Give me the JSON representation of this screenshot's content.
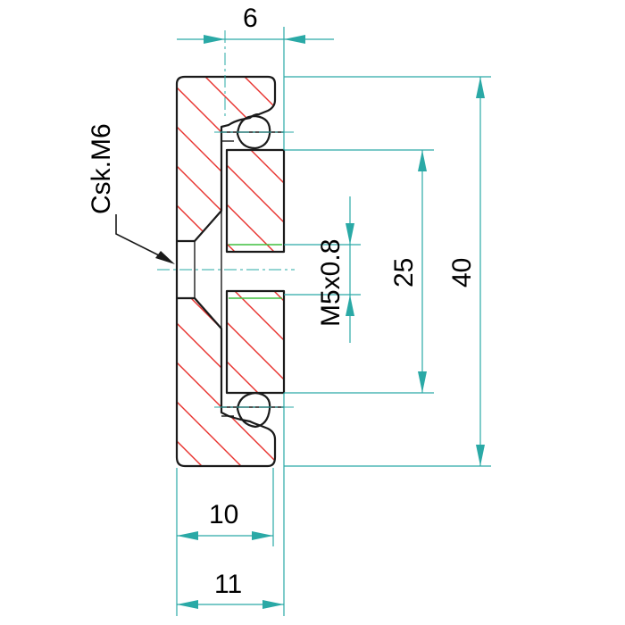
{
  "dimensions": {
    "top_width": "6",
    "counterbore_label": "Csk.M6",
    "thread_label": "M5x0.8",
    "inner_height": "25",
    "outer_height": "40",
    "depth_10": "10",
    "depth_11": "11"
  },
  "colors": {
    "dimension_line": "#2aa9a6",
    "hatch": "#e8322e",
    "thread": "#3fbf3f",
    "outline": "#1a1a1a"
  }
}
